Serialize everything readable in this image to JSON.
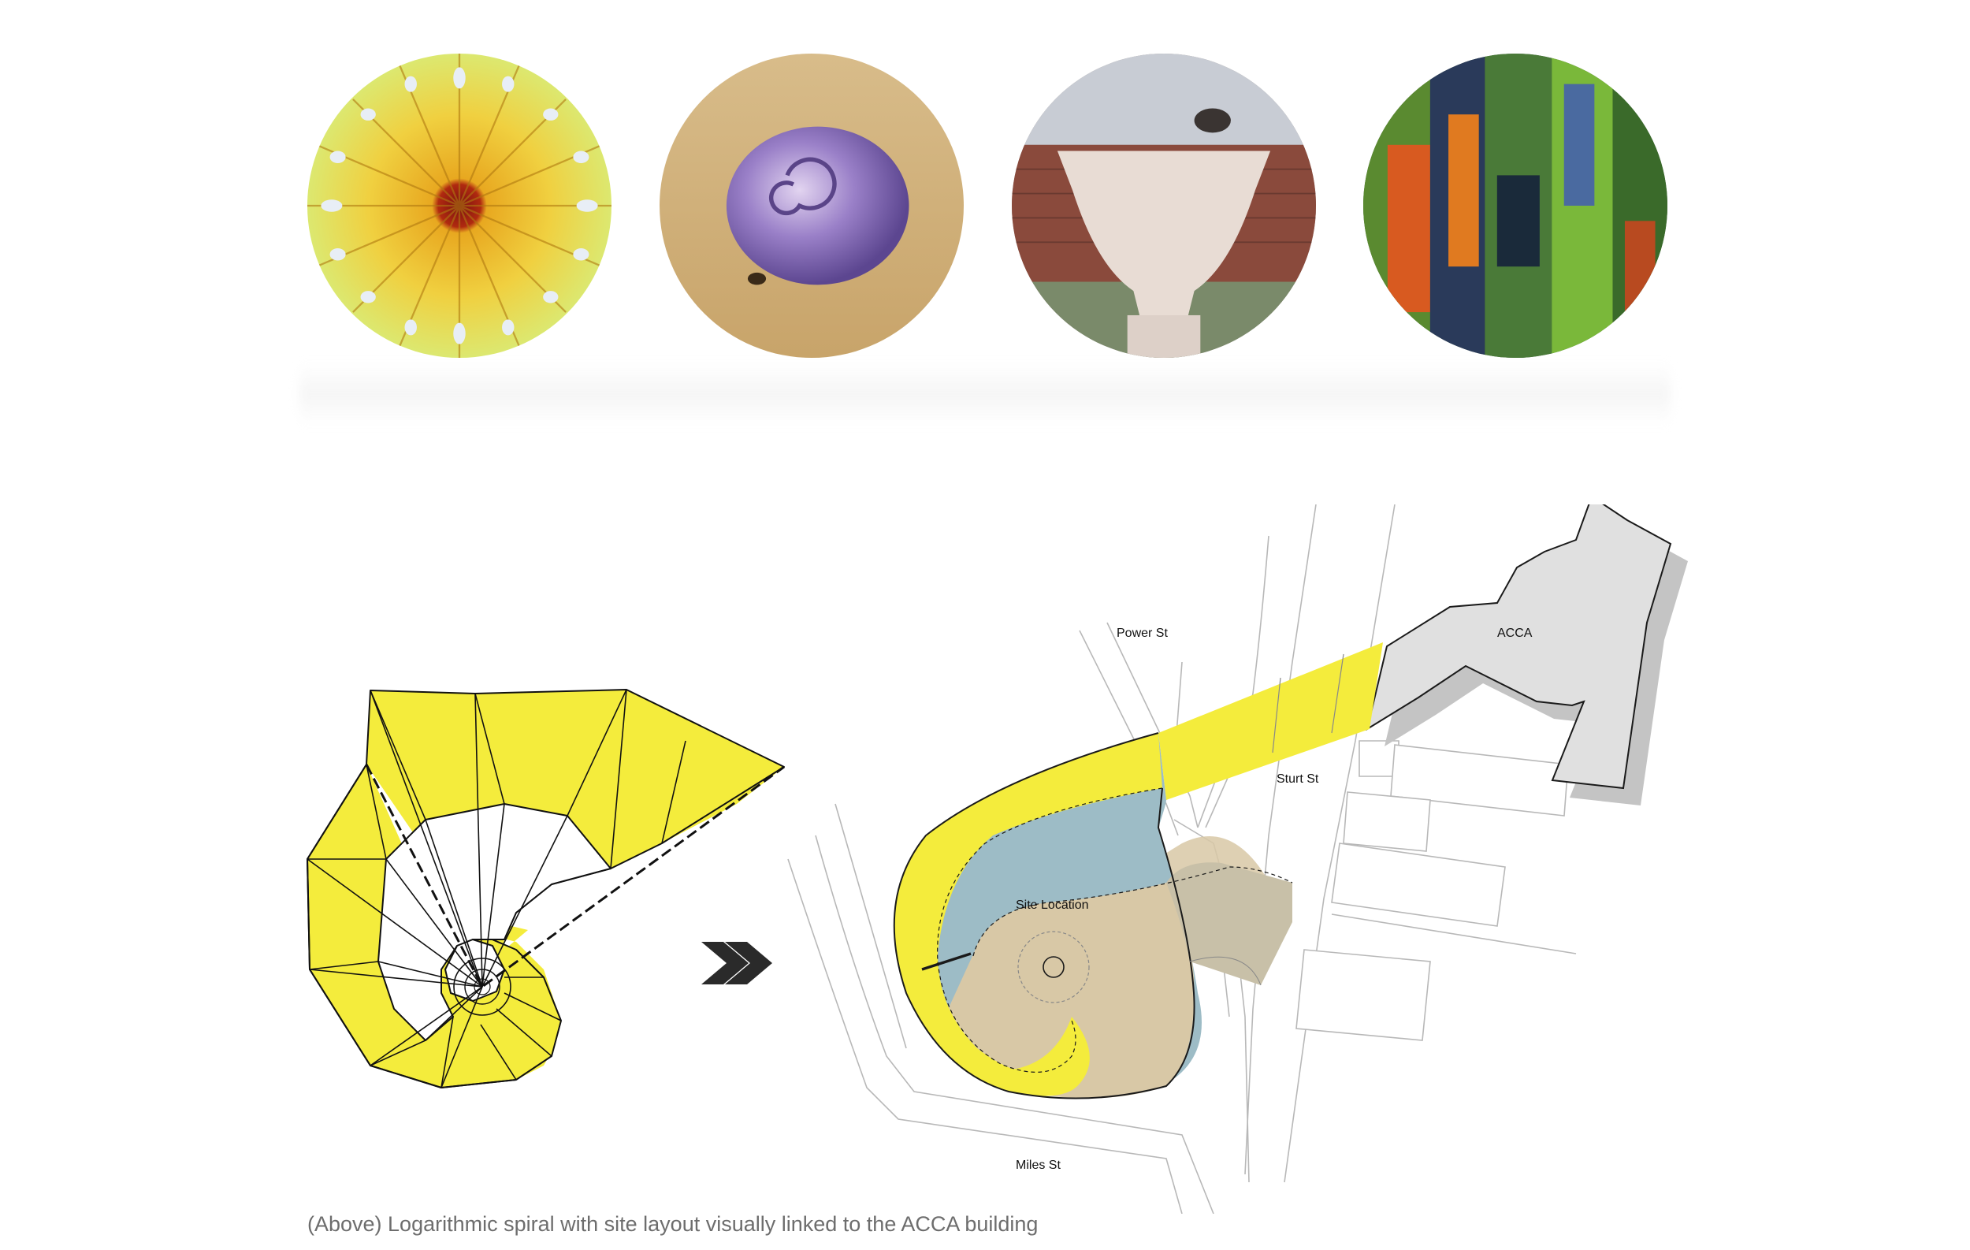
{
  "photos": [
    {
      "subject": "yellow banksia flower",
      "icon": "flower-photo"
    },
    {
      "subject": "purple snail shell on sand",
      "icon": "shell-photo"
    },
    {
      "subject": "stone urn with bird",
      "icon": "urn-photo"
    },
    {
      "subject": "rainbow eucalyptus bark",
      "icon": "bark-photo"
    }
  ],
  "diagram": {
    "labels": {
      "power_st": "Power St",
      "acca": "ACCA",
      "sturt_st": "Sturt St",
      "site_location": "Site Location",
      "miles_st": "Miles St"
    },
    "colors": {
      "spiral_yellow": "#f4ec3c",
      "site_blue": "#9dbcc6",
      "site_tan": "#d8c8a6",
      "acca_grey": "#e0e0e0"
    },
    "arrow_icon": "double-chevron-right-icon"
  },
  "caption": "(Above) Logarithmic spiral with site layout visually linked to the ACCA building"
}
